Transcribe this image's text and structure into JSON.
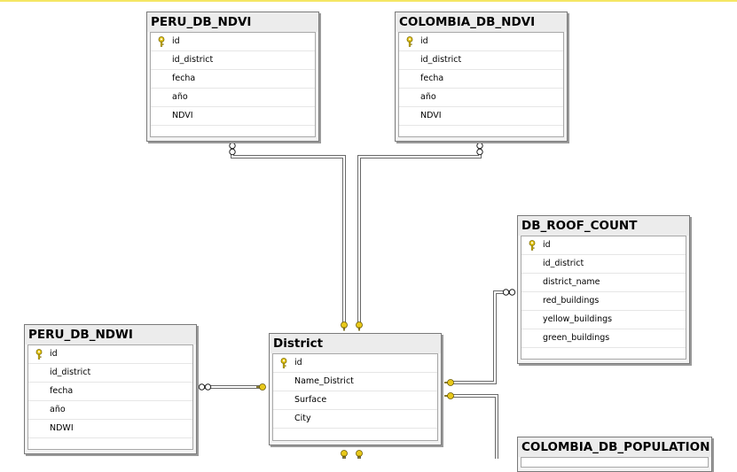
{
  "diagram": {
    "tables": [
      {
        "id": "peru_ndvi",
        "name": "PERU_DB_NDVI",
        "columns": [
          {
            "name": "id",
            "key": true
          },
          {
            "name": "id_district"
          },
          {
            "name": "fecha"
          },
          {
            "name": "año"
          },
          {
            "name": "NDVI"
          }
        ]
      },
      {
        "id": "colombia_ndvi",
        "name": "COLOMBIA_DB_NDVI",
        "columns": [
          {
            "name": "id",
            "key": true
          },
          {
            "name": "id_district"
          },
          {
            "name": "fecha"
          },
          {
            "name": "año"
          },
          {
            "name": "NDVI"
          }
        ]
      },
      {
        "id": "roof_count",
        "name": "DB_ROOF_COUNT",
        "columns": [
          {
            "name": "id",
            "key": true
          },
          {
            "name": "id_district"
          },
          {
            "name": "district_name"
          },
          {
            "name": "red_buildings"
          },
          {
            "name": "yellow_buildings"
          },
          {
            "name": "green_buildings"
          }
        ]
      },
      {
        "id": "peru_ndwi",
        "name": "PERU_DB_NDWI",
        "columns": [
          {
            "name": "id",
            "key": true
          },
          {
            "name": "id_district"
          },
          {
            "name": "fecha"
          },
          {
            "name": "año"
          },
          {
            "name": "NDWI"
          }
        ]
      },
      {
        "id": "district",
        "name": "District",
        "columns": [
          {
            "name": "id",
            "key": true
          },
          {
            "name": "Name_District"
          },
          {
            "name": "Surface"
          },
          {
            "name": "City"
          }
        ]
      },
      {
        "id": "colombia_population",
        "name": "COLOMBIA_DB_POPULATION",
        "columns": []
      }
    ],
    "relationships": [
      {
        "from": "peru_ndvi",
        "to": "district"
      },
      {
        "from": "colombia_ndvi",
        "to": "district"
      },
      {
        "from": "roof_count",
        "to": "district"
      },
      {
        "from": "peru_ndwi",
        "to": "district"
      },
      {
        "from": "colombia_population",
        "to": "district"
      }
    ],
    "colors": {
      "key": "#e8c81a",
      "line": "#6a6a6a",
      "border": "#7a7a7a"
    }
  }
}
